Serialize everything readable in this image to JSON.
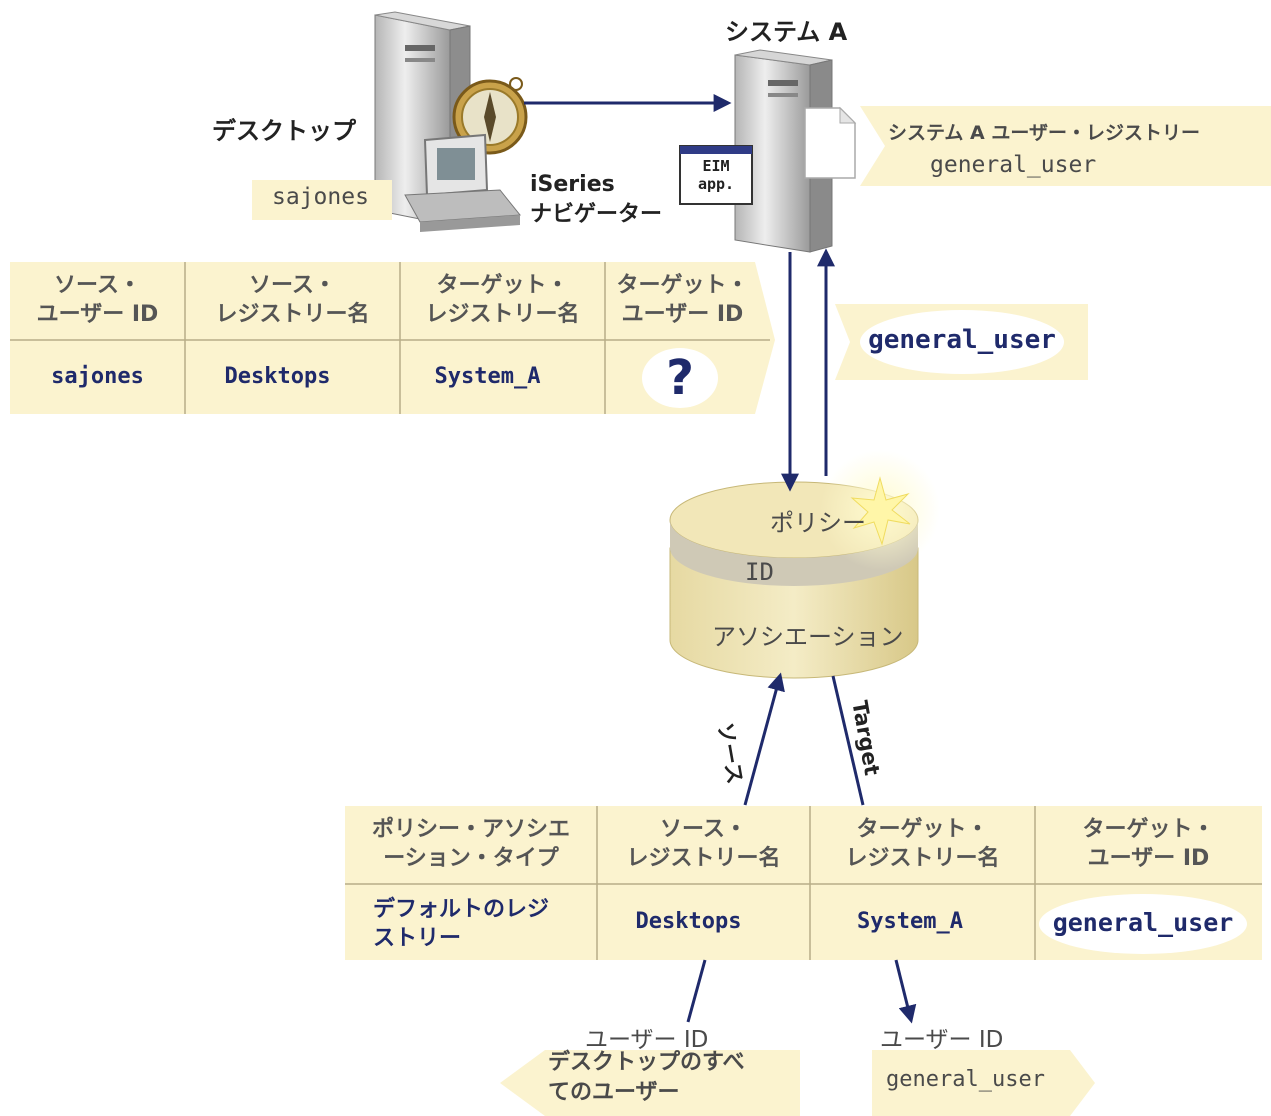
{
  "system_a": {
    "title": "システム A",
    "registry_label": "システム A ユーザー・レジストリー",
    "registry_user": "general_user"
  },
  "desktop": {
    "label": "デスクトップ",
    "user": "sajones",
    "nav_label_line1": "iSeries",
    "nav_label_line2": "ナビゲーター"
  },
  "eim_app": {
    "line1": "EIM",
    "line2": "app."
  },
  "lookup_table": {
    "headers": [
      "ソース・\nユーザー ID",
      "ソース・\nレジストリー名",
      "ターゲット・\nレジストリー名",
      "ターゲット・\nユーザー ID"
    ],
    "values": [
      "sajones",
      "Desktops",
      "System_A",
      "?"
    ]
  },
  "returned_user": "general_user",
  "database": {
    "policy": "ポリシー",
    "id": "ID",
    "association": "アソシエーション"
  },
  "arrow_labels": {
    "source": "ソース",
    "target": "Target"
  },
  "policy_table": {
    "headers": [
      "ポリシー・アソシエ\nーション・タイプ",
      "ソース・\nレジストリー名",
      "ターゲット・\nレジストリー名",
      "ターゲット・\nユーザー ID"
    ],
    "values": [
      "デフォルトのレジ\nストリー",
      "Desktops",
      "System_A",
      "general_user"
    ]
  },
  "bottom_left": {
    "label": "ユーザー ID",
    "value": "デスクトップのすべ\nてのユーザー"
  },
  "bottom_right": {
    "label": "ユーザー ID",
    "value": "general_user"
  },
  "colors": {
    "cream": "#fbf3cf",
    "navy": "#1f2a6b",
    "grid": "#b8ad88"
  }
}
